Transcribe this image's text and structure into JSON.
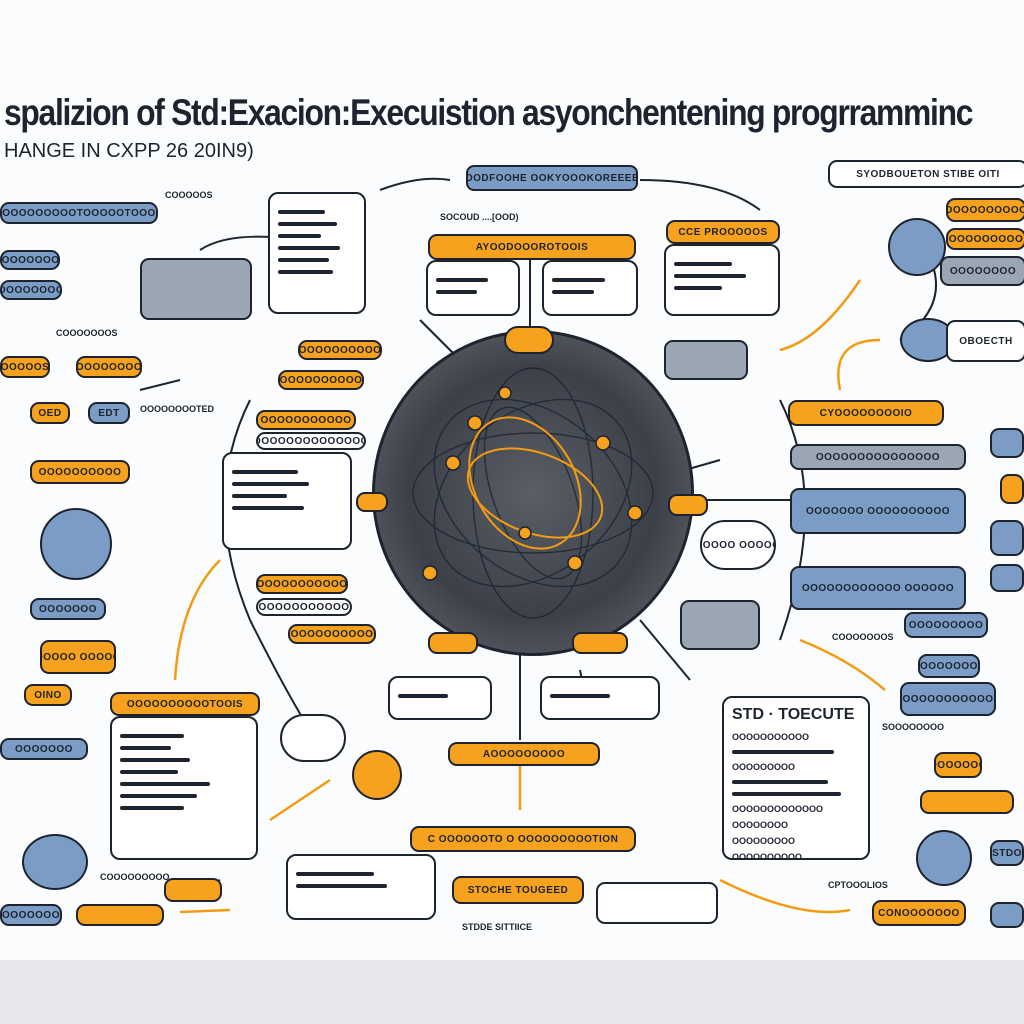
{
  "header": {
    "title": "spalizion of Std:Exacion:Execuistion  asyonchentening progrramminc",
    "subtitle": "HANGE IN CXPP 26 20IN9)"
  },
  "top": {
    "center_pill": "OODFOOHE OOKYOOOKOREEEE",
    "right_banner": "SYODBOUETON STIBE  OITI",
    "sub_label": "SOCOUD ....[OOD)",
    "note_left": "COOOOOS"
  },
  "center": {
    "main_pill": "AYOODOOOROTOOIS",
    "right_pill": "CCE PROOOOOS",
    "bottom_pill": "AOOOOOOOOO",
    "lower_pill": "C OOOOOOTO O OOOOOOOOOTION",
    "toggle_pill": "STOCHE TOUGEED",
    "toggle_note": "STDDE SITTIICE",
    "bubble": "SOOOO OOOOO"
  },
  "left": {
    "pills": [
      "OOOOOOOOOTOOOOOTOOO",
      "OOOOOOOOS",
      "OOOOOOOO",
      "OOOOOS",
      "OOOOOOOO",
      "OED",
      "EDT",
      "OOOOOOOOOO",
      "OOOOOOO",
      "OOOOOOO OOOOOOO",
      "OINO",
      "OOOOOOO",
      "OOOOOOOOO"
    ],
    "card_title": "OOOOOOOOOOTOOIS",
    "notes": [
      "COOOOOOOS",
      "OOOOOOOOTED",
      "COOOOOOOOO"
    ]
  },
  "middle_left": {
    "pills": [
      "OOOOOOOOOO",
      "OOOOOOOOOO",
      "OOOOOOOOOOO",
      "OOOOOOOOOOOOOO",
      "OOOOOOOOOOO",
      "OOOOOOOOOOO",
      "OOOOOOOOOO"
    ]
  },
  "right": {
    "pills": [
      "OOOOOOOOOO",
      "OOOOOOOOO",
      "OOOOOOOO",
      "OBOECTH",
      "CYOOOOOOOOIO",
      "OOOOOOOOO",
      "OOOOOOO",
      "OOOOOOOOOOO",
      "OOOOOOOOO",
      "CONOOOOOOO",
      "STDO"
    ],
    "card_title": "STD · TOECUTE",
    "card_lines": [
      "OOOOOOOOOOO",
      "OOOOOOOOO",
      "OOOOOOOOOOOOO",
      "OOOOOOOO",
      "OOOOOOOOO",
      "OOOOOOOOOO"
    ],
    "notes": [
      "COOOOOOOS",
      "SOOOOOOOO",
      "CPTOOOLIOS"
    ],
    "wide_pills": [
      "OOOOOOOOOOOOOOO",
      "OOOOOOO OOOOOOOOOO",
      "OOOOOOOOOOOO OOOOOO"
    ]
  }
}
